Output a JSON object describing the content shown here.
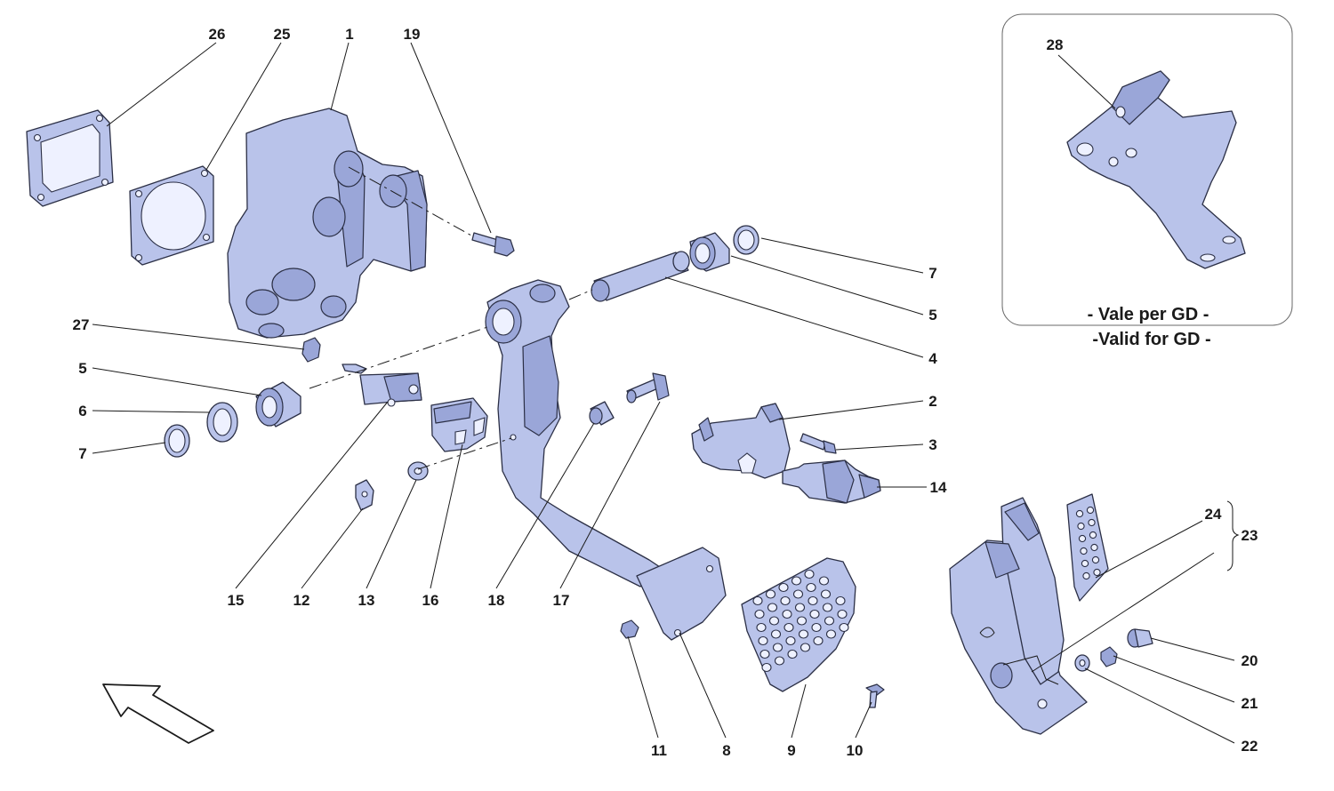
{
  "callouts": {
    "c1": "1",
    "c2": "2",
    "c3": "3",
    "c4": "4",
    "c5a": "5",
    "c5b": "5",
    "c6": "6",
    "c7a": "7",
    "c7b": "7",
    "c8": "8",
    "c9": "9",
    "c10": "10",
    "c11": "11",
    "c12": "12",
    "c13": "13",
    "c14": "14",
    "c15": "15",
    "c16": "16",
    "c17": "17",
    "c18": "18",
    "c19": "19",
    "c20": "20",
    "c21": "21",
    "c22": "22",
    "c23": "23",
    "c24": "24",
    "c25": "25",
    "c26": "26",
    "c27": "27",
    "c28": "28"
  },
  "inset": {
    "line1": "- Vale per GD -",
    "line2": "-Valid for GD -"
  },
  "colors": {
    "part_fill": "#b9c3ea",
    "outline": "#2b2f45",
    "text": "#1a1a1a"
  },
  "icons": {
    "orientation_arrow": "direction-arrow-icon"
  }
}
